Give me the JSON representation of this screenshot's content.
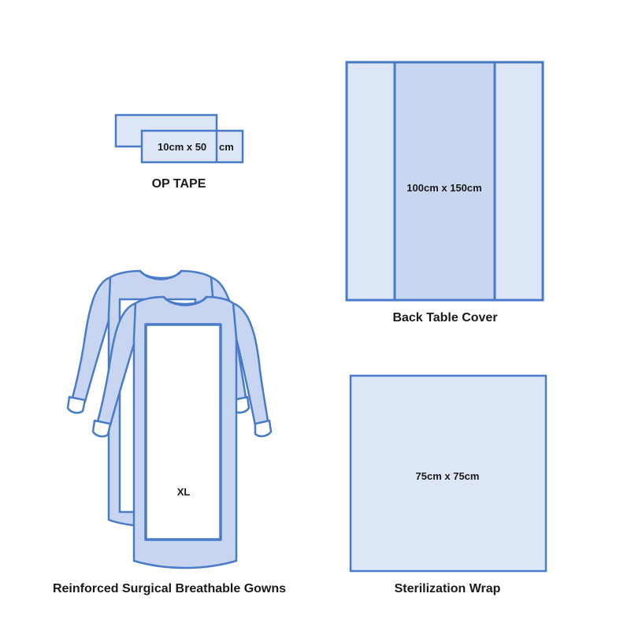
{
  "colors": {
    "stroke": "#4a7bc8",
    "fill_light": "#dde6f6",
    "fill_mid": "#c9d6ef",
    "fill_gown": "#c7d5f0",
    "white": "#ffffff"
  },
  "op_tape": {
    "dimension_main": "10cm x 50",
    "dimension_unit": "cm",
    "caption": "OP TAPE"
  },
  "back_table_cover": {
    "dimension": "100cm x 150cm",
    "caption": "Back Table Cover"
  },
  "gowns": {
    "size": "XL",
    "caption": "Reinforced Surgical Breathable Gowns"
  },
  "sterilization_wrap": {
    "dimension": "75cm x 75cm",
    "caption": "Sterilization Wrap"
  }
}
